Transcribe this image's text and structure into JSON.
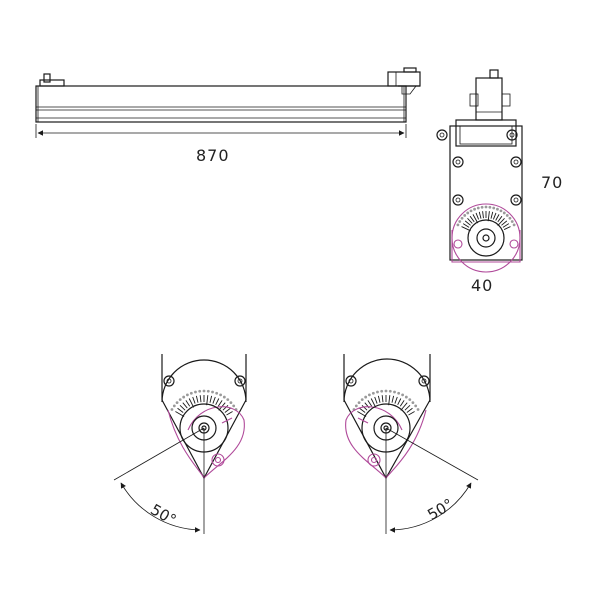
{
  "dimensions": {
    "length": "870",
    "height": "70",
    "width": "40"
  },
  "angles": {
    "left": "50°",
    "right": "50°"
  },
  "colors": {
    "line": "#1a1a1a",
    "accent": "#b04a9a",
    "dots": "#9a9a9a"
  }
}
